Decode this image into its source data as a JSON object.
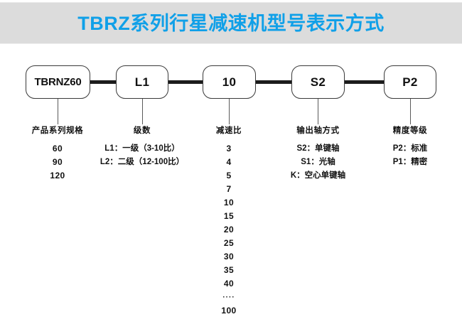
{
  "header": {
    "title": "TBRZ系列行星减速机型号表示方式",
    "title_color": "#10a0e8",
    "band_color": "#dcdcdc"
  },
  "chain": {
    "boxes": [
      {
        "label": "TBRNZ60"
      },
      {
        "label": "L1"
      },
      {
        "label": "10"
      },
      {
        "label": "S2"
      },
      {
        "label": "P2"
      }
    ]
  },
  "columns": [
    {
      "heading": "产品系列规格",
      "entries": [
        "60",
        "90",
        "120"
      ]
    },
    {
      "heading": "级数",
      "entries": [
        "L1：一级（3-10比）",
        "L2：二级（12-100比）"
      ]
    },
    {
      "heading": "减速比",
      "entries": [
        "3",
        "4",
        "5",
        "7",
        "10",
        "15",
        "20",
        "25",
        "30",
        "35",
        "40",
        "····",
        "100"
      ]
    },
    {
      "heading": "输出轴方式",
      "entries": [
        "S2：单键轴",
        "S1：光轴",
        "K：空心单键轴"
      ]
    },
    {
      "heading": "精度等级",
      "entries": [
        "P2：标准",
        "P1：精密"
      ]
    }
  ]
}
